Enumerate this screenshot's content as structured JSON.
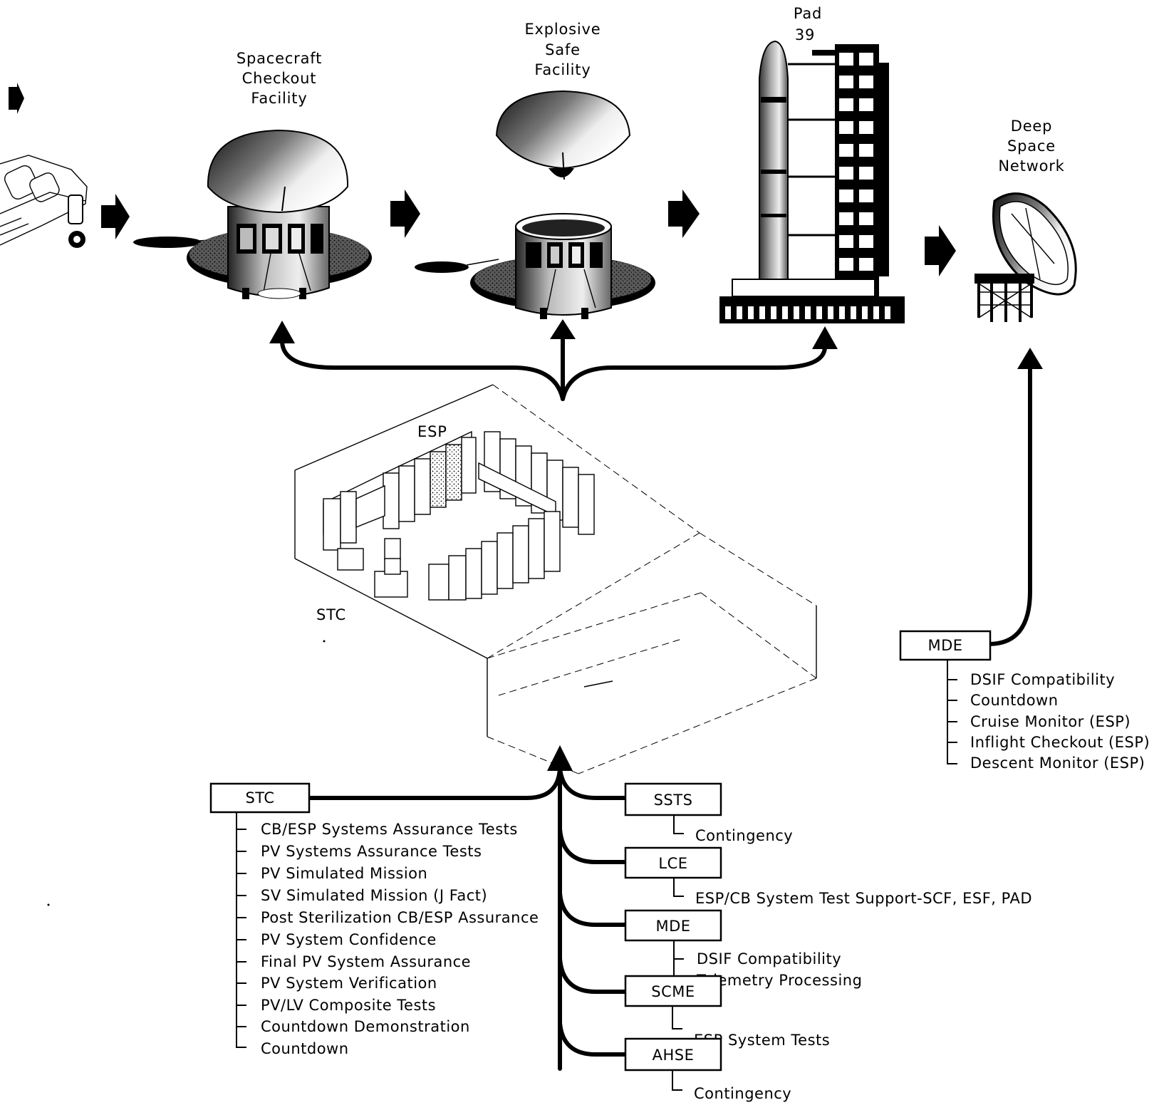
{
  "facilities": {
    "scf": [
      "Spacecraft",
      "Checkout",
      "Facility"
    ],
    "esf": [
      "Explosive",
      "Safe",
      "Facility"
    ],
    "pad": [
      "Pad",
      "39"
    ],
    "dsn": [
      "Deep",
      "Space",
      "Network"
    ]
  },
  "room": {
    "esp_label": "ESP",
    "stc_label": "STC"
  },
  "mde_dsn": {
    "title": "MDE",
    "items": [
      "DSIF Compatibility",
      "Countdown",
      "Cruise Monitor (ESP)",
      "Inflight Checkout (ESP)",
      "Descent Monitor (ESP)"
    ]
  },
  "stc": {
    "title": "STC",
    "items": [
      "CB/ESP Systems Assurance Tests",
      "PV Systems Assurance Tests",
      "PV Simulated Mission",
      "SV Simulated Mission (J Fact)",
      "Post Sterilization CB/ESP Assurance",
      "PV System Confidence",
      "Final PV System Assurance",
      "PV System Verification",
      "PV/LV Composite Tests",
      "Countdown Demonstration",
      "Countdown"
    ]
  },
  "equipment": [
    {
      "title": "SSTS",
      "items": [
        "Contingency"
      ]
    },
    {
      "title": "LCE",
      "items": [
        "ESP/CB System Test Support-SCF, ESF, PAD"
      ]
    },
    {
      "title": "MDE",
      "items": [
        "DSIF Compatibility",
        "Telemetry Processing"
      ]
    },
    {
      "title": "SCME",
      "items": [
        "ESP System Tests"
      ]
    },
    {
      "title": "AHSE",
      "items": [
        "Contingency"
      ]
    }
  ]
}
